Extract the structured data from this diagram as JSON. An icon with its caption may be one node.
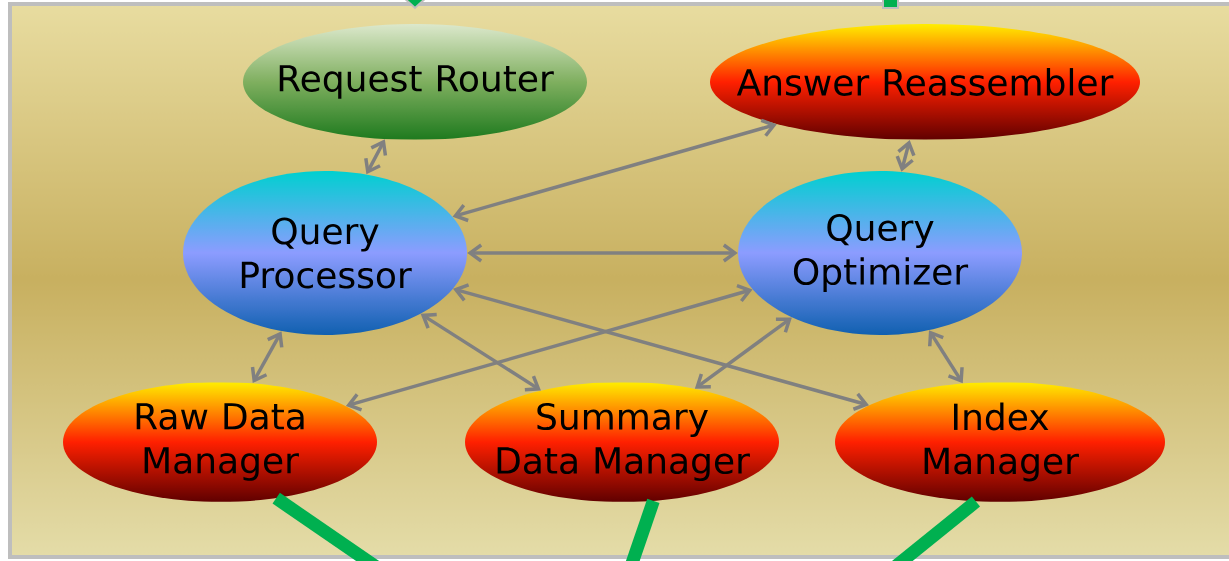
{
  "diagram": {
    "nodes": [
      {
        "text": [
          "Request Router"
        ]
      },
      {
        "text": [
          "Answer Reassembler"
        ]
      },
      {
        "text": [
          "Query Processor"
        ]
      },
      {
        "text": [
          "Query Optimizer"
        ]
      },
      {
        "text": [
          "Raw Data Manager"
        ]
      },
      {
        "text": [
          "Summary Data Manager"
        ]
      },
      {
        "text": [
          "Index Manager"
        ]
      }
    ],
    "edges": [
      {
        "from": 0,
        "to": 2,
        "arrow": "both"
      },
      {
        "from": 1,
        "to": 2,
        "arrow": "both"
      },
      {
        "from": 1,
        "to": 3,
        "arrow": "both"
      },
      {
        "from": 2,
        "to": 3,
        "arrow": "both"
      },
      {
        "from": 2,
        "to": 4,
        "arrow": "both"
      },
      {
        "from": 2,
        "to": 5,
        "arrow": "both"
      },
      {
        "from": 2,
        "to": 6,
        "arrow": "both"
      },
      {
        "from": 3,
        "to": 4,
        "arrow": "both"
      },
      {
        "from": 3,
        "to": 5,
        "arrow": "both"
      },
      {
        "from": 3,
        "to": 6,
        "arrow": "both"
      },
      {
        "from": 4,
        "to": null,
        "arrow": "none",
        "style": "thick",
        "color": "#00b050"
      },
      {
        "from": 5,
        "to": null,
        "arrow": "none",
        "style": "thick",
        "color": "#00b050"
      },
      {
        "from": 6,
        "to": null,
        "arrow": "none",
        "style": "thick",
        "color": "#00b050"
      }
    ]
  }
}
